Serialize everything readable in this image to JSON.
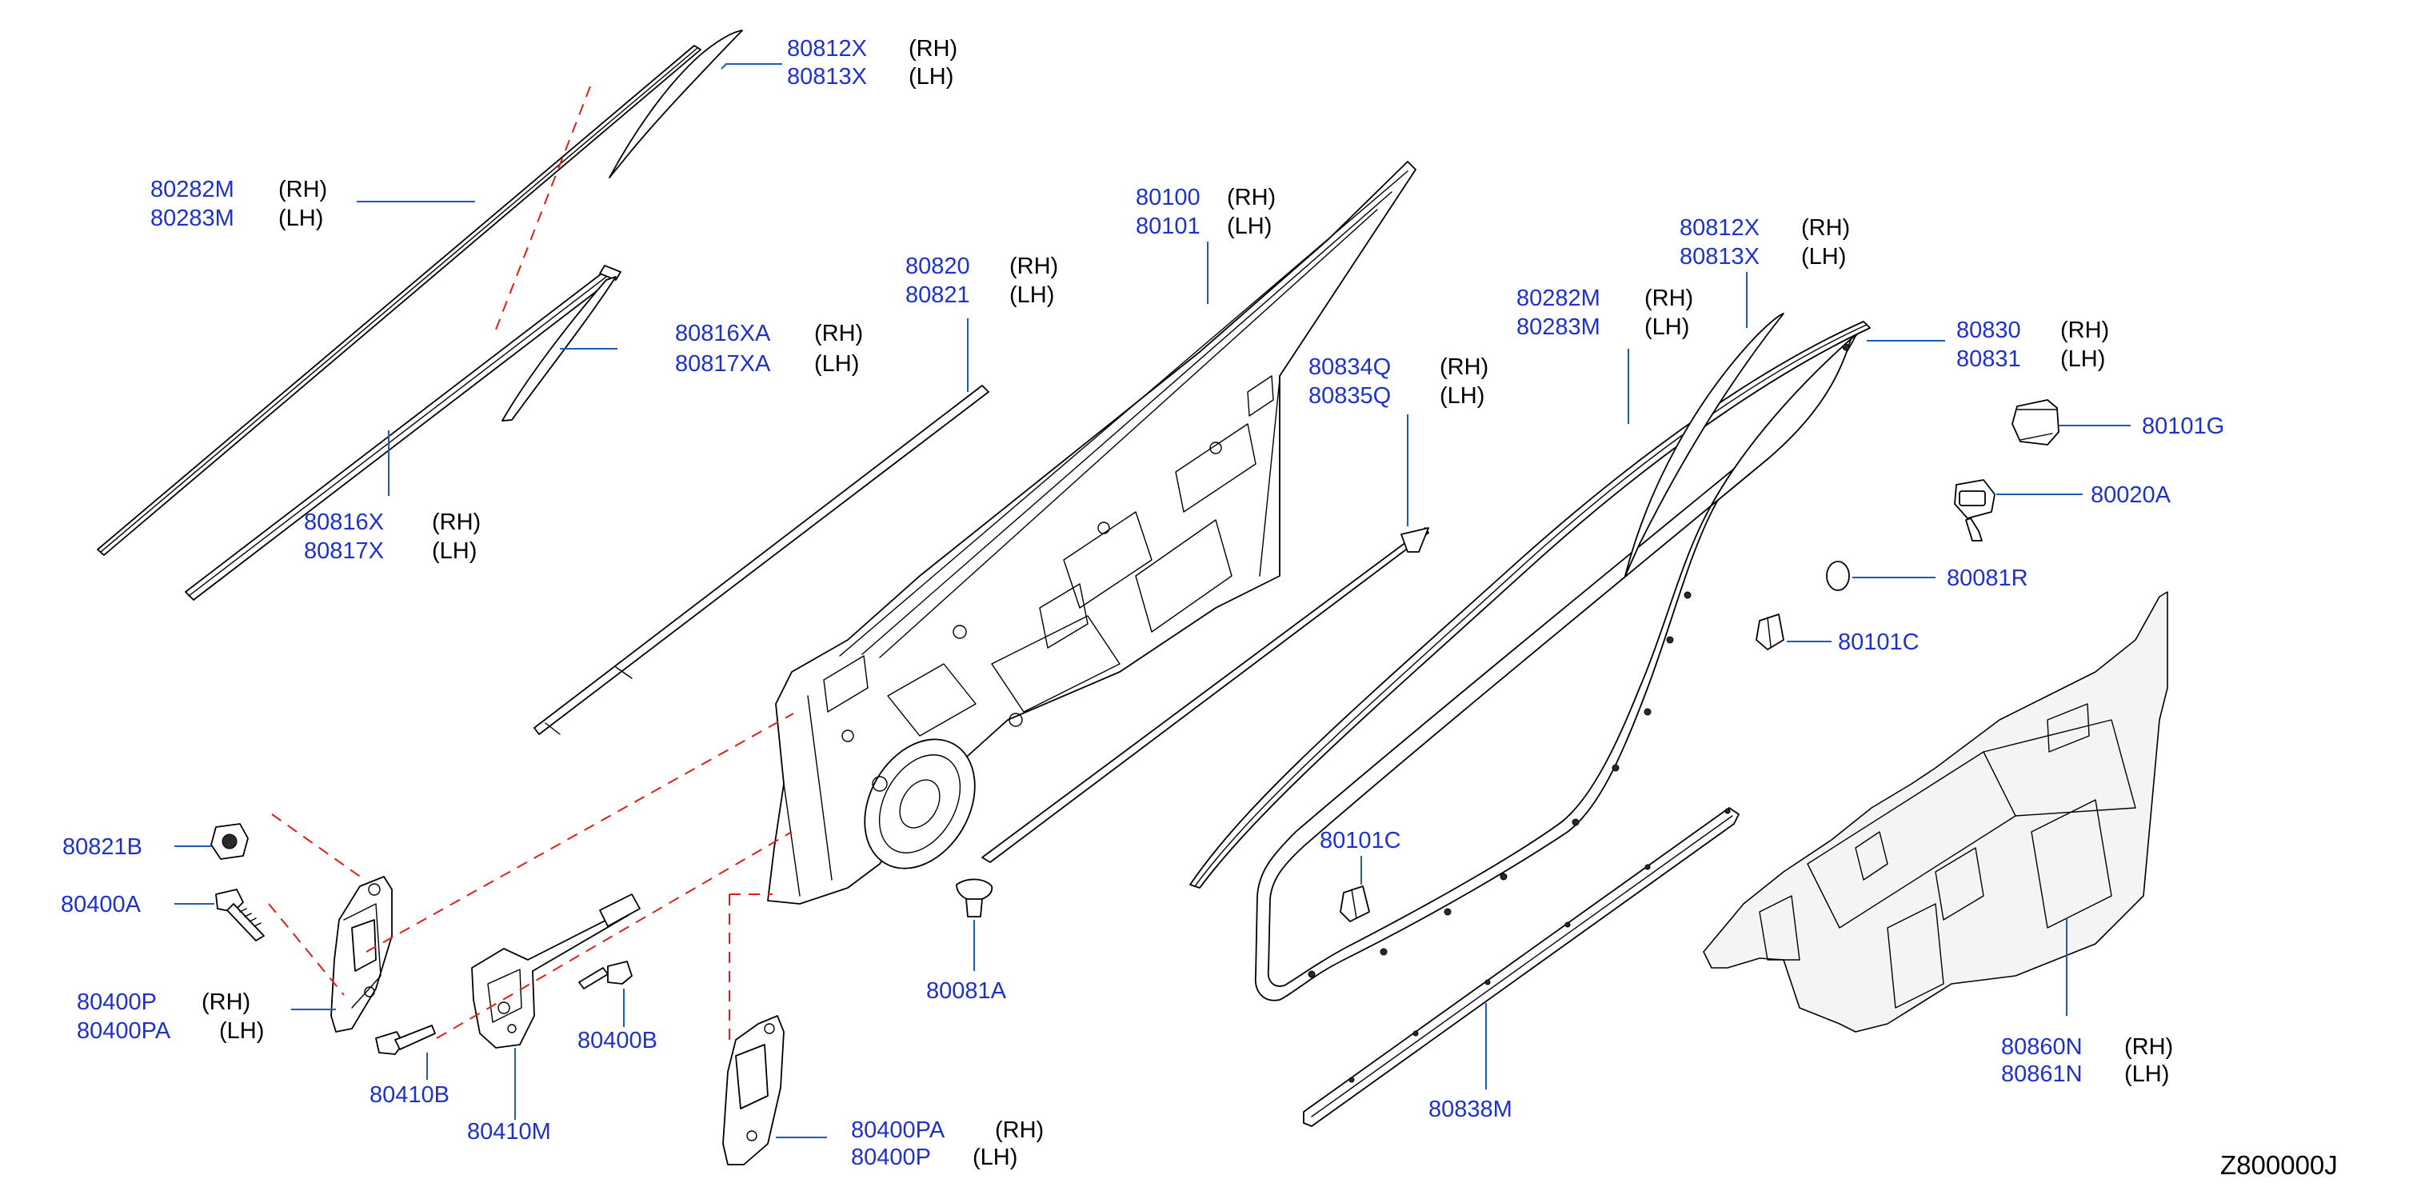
{
  "diagram_code": "Z800000J",
  "callouts": [
    {
      "id": "80812X_80813X_left",
      "parts": [
        "80812X",
        "80813X"
      ],
      "sides": [
        "(RH)",
        "(LH)"
      ]
    },
    {
      "id": "80282M_80283M_left",
      "parts": [
        "80282M",
        "80283M"
      ],
      "sides": [
        "(RH)",
        "(LH)"
      ]
    },
    {
      "id": "80816XA_80817XA",
      "parts": [
        "80816XA",
        "80817XA"
      ],
      "sides": [
        "(RH)",
        "(LH)"
      ]
    },
    {
      "id": "80816X_80817X",
      "parts": [
        "80816X",
        "80817X"
      ],
      "sides": [
        "(RH)",
        "(LH)"
      ]
    },
    {
      "id": "80100_80101",
      "parts": [
        "80100",
        "80101"
      ],
      "sides": [
        "(RH)",
        "(LH)"
      ]
    },
    {
      "id": "80820_80821",
      "parts": [
        "80820",
        "80821"
      ],
      "sides": [
        "(RH)",
        "(LH)"
      ]
    },
    {
      "id": "80834Q_80835Q",
      "parts": [
        "80834Q",
        "80835Q"
      ],
      "sides": [
        "(RH)",
        "(LH)"
      ]
    },
    {
      "id": "80812X_80813X_right",
      "parts": [
        "80812X",
        "80813X"
      ],
      "sides": [
        "(RH)",
        "(LH)"
      ]
    },
    {
      "id": "80282M_80283M_right",
      "parts": [
        "80282M",
        "80283M"
      ],
      "sides": [
        "(RH)",
        "(LH)"
      ]
    },
    {
      "id": "80830_80831",
      "parts": [
        "80830",
        "80831"
      ],
      "sides": [
        "(RH)",
        "(LH)"
      ]
    },
    {
      "id": "80101G",
      "parts": [
        "80101G"
      ],
      "sides": []
    },
    {
      "id": "80020A",
      "parts": [
        "80020A"
      ],
      "sides": []
    },
    {
      "id": "80081R",
      "parts": [
        "80081R"
      ],
      "sides": []
    },
    {
      "id": "80101C_right",
      "parts": [
        "80101C"
      ],
      "sides": []
    },
    {
      "id": "80101C_center",
      "parts": [
        "80101C"
      ],
      "sides": []
    },
    {
      "id": "80821B",
      "parts": [
        "80821B"
      ],
      "sides": []
    },
    {
      "id": "80400A",
      "parts": [
        "80400A"
      ],
      "sides": []
    },
    {
      "id": "80400P_80400PA_left",
      "parts": [
        "80400P",
        "80400PA"
      ],
      "sides": [
        "(RH)",
        "(LH)"
      ]
    },
    {
      "id": "80410B",
      "parts": [
        "80410B"
      ],
      "sides": []
    },
    {
      "id": "80410M",
      "parts": [
        "80410M"
      ],
      "sides": []
    },
    {
      "id": "80400B",
      "parts": [
        "80400B"
      ],
      "sides": []
    },
    {
      "id": "80400PA_80400P_bottom",
      "parts": [
        "80400PA",
        "80400P"
      ],
      "sides": [
        "(RH)",
        "(LH)"
      ]
    },
    {
      "id": "80081A",
      "parts": [
        "80081A"
      ],
      "sides": []
    },
    {
      "id": "80838M",
      "parts": [
        "80838M"
      ],
      "sides": []
    },
    {
      "id": "80860N_80861N",
      "parts": [
        "80860N",
        "80861N"
      ],
      "sides": [
        "(RH)",
        "(LH)"
      ]
    }
  ],
  "colors": {
    "part_number": "#1f32c8",
    "leader_line": "#1e5bbd",
    "dashed_reference": "#e01e1e",
    "outline": "#000000"
  }
}
